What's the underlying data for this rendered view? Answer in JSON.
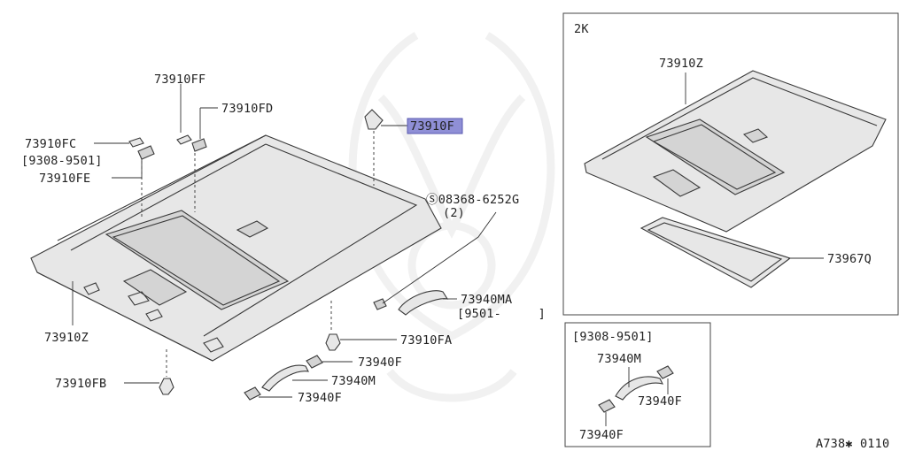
{
  "diagram": {
    "inset_2k": {
      "title": "2K",
      "labels": {
        "headlining": "73910Z",
        "sunroof_trim": "73967Q"
      }
    },
    "inset_date": {
      "title": "[9308-9501]",
      "labels": {
        "grip": "73940M",
        "cover_right": "73940F",
        "cover_left": "73940F"
      }
    },
    "main_labels": {
      "clip_ff": "73910FF",
      "clip_fd": "73910FD",
      "clip_fc": "73910FC",
      "clip_fc_date": "[9308-9501]",
      "clip_fe": "73910FE",
      "clip_f": "73910F",
      "screw": "Ⓢ08368-6252G",
      "screw_qty": "(2)",
      "grip_ma": "73940MA",
      "grip_ma_date": "[9501-     ]",
      "headlining": "73910Z",
      "clip_fa": "73910FA",
      "cover_upper": "73940F",
      "grip_m": "73940M",
      "cover_lower": "73940F",
      "clip_fb": "73910FB"
    },
    "figure_code": "A738✱ 0110"
  }
}
